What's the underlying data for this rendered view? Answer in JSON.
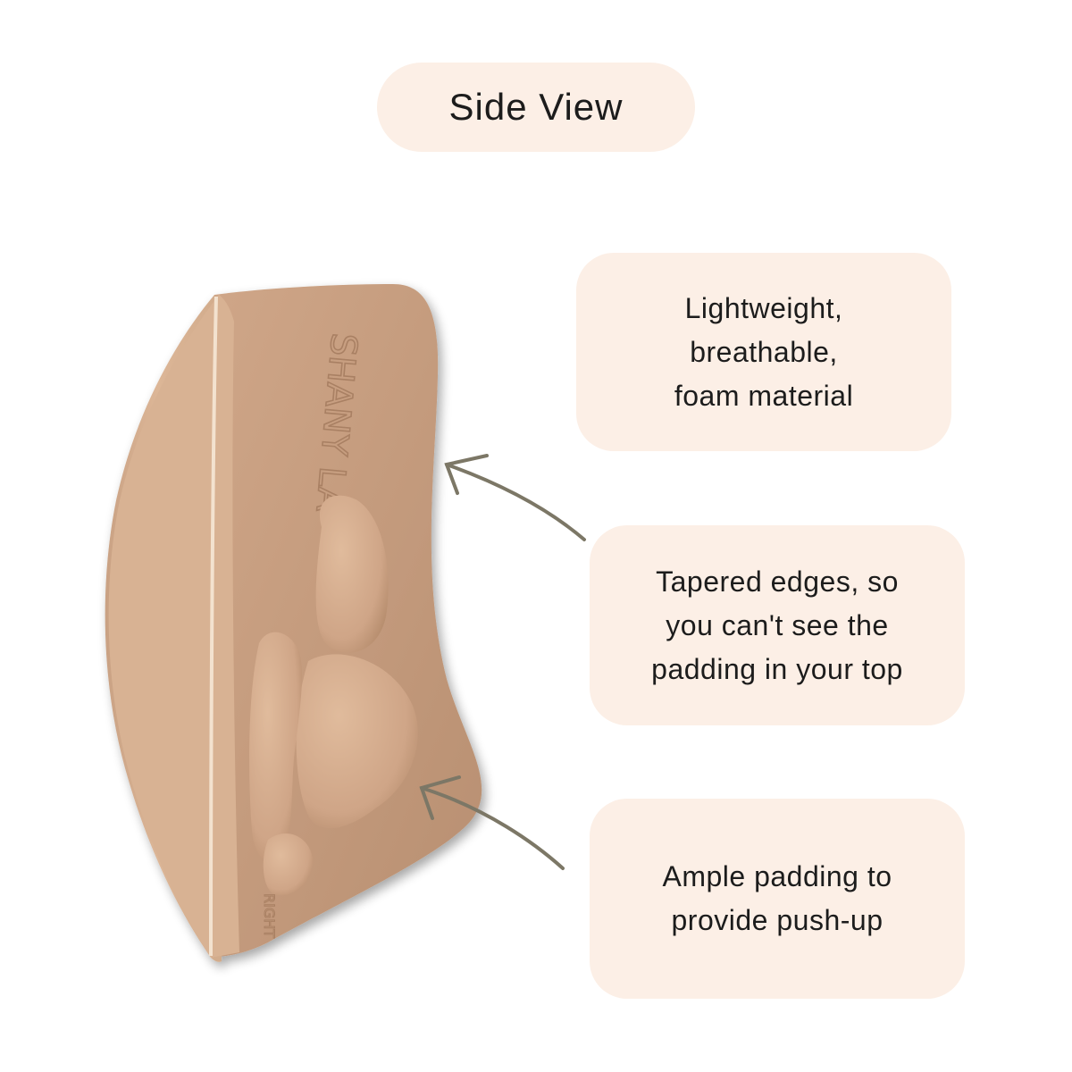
{
  "title": "Side View",
  "callouts": [
    {
      "text": "Lightweight,\nbreathable,\nfoam material"
    },
    {
      "text": "Tapered edges, so\nyou can't see the\npadding in your top"
    },
    {
      "text": "Ample padding to\nprovide push-up"
    }
  ],
  "product": {
    "embossed_brand": "SHANY LA",
    "embossed_side": "RIGHT"
  },
  "colors": {
    "pill_background": "#fcefe6",
    "foam_outer": "#d9b393",
    "foam_inner": "#c99f80",
    "arrow": "#7c7766"
  }
}
